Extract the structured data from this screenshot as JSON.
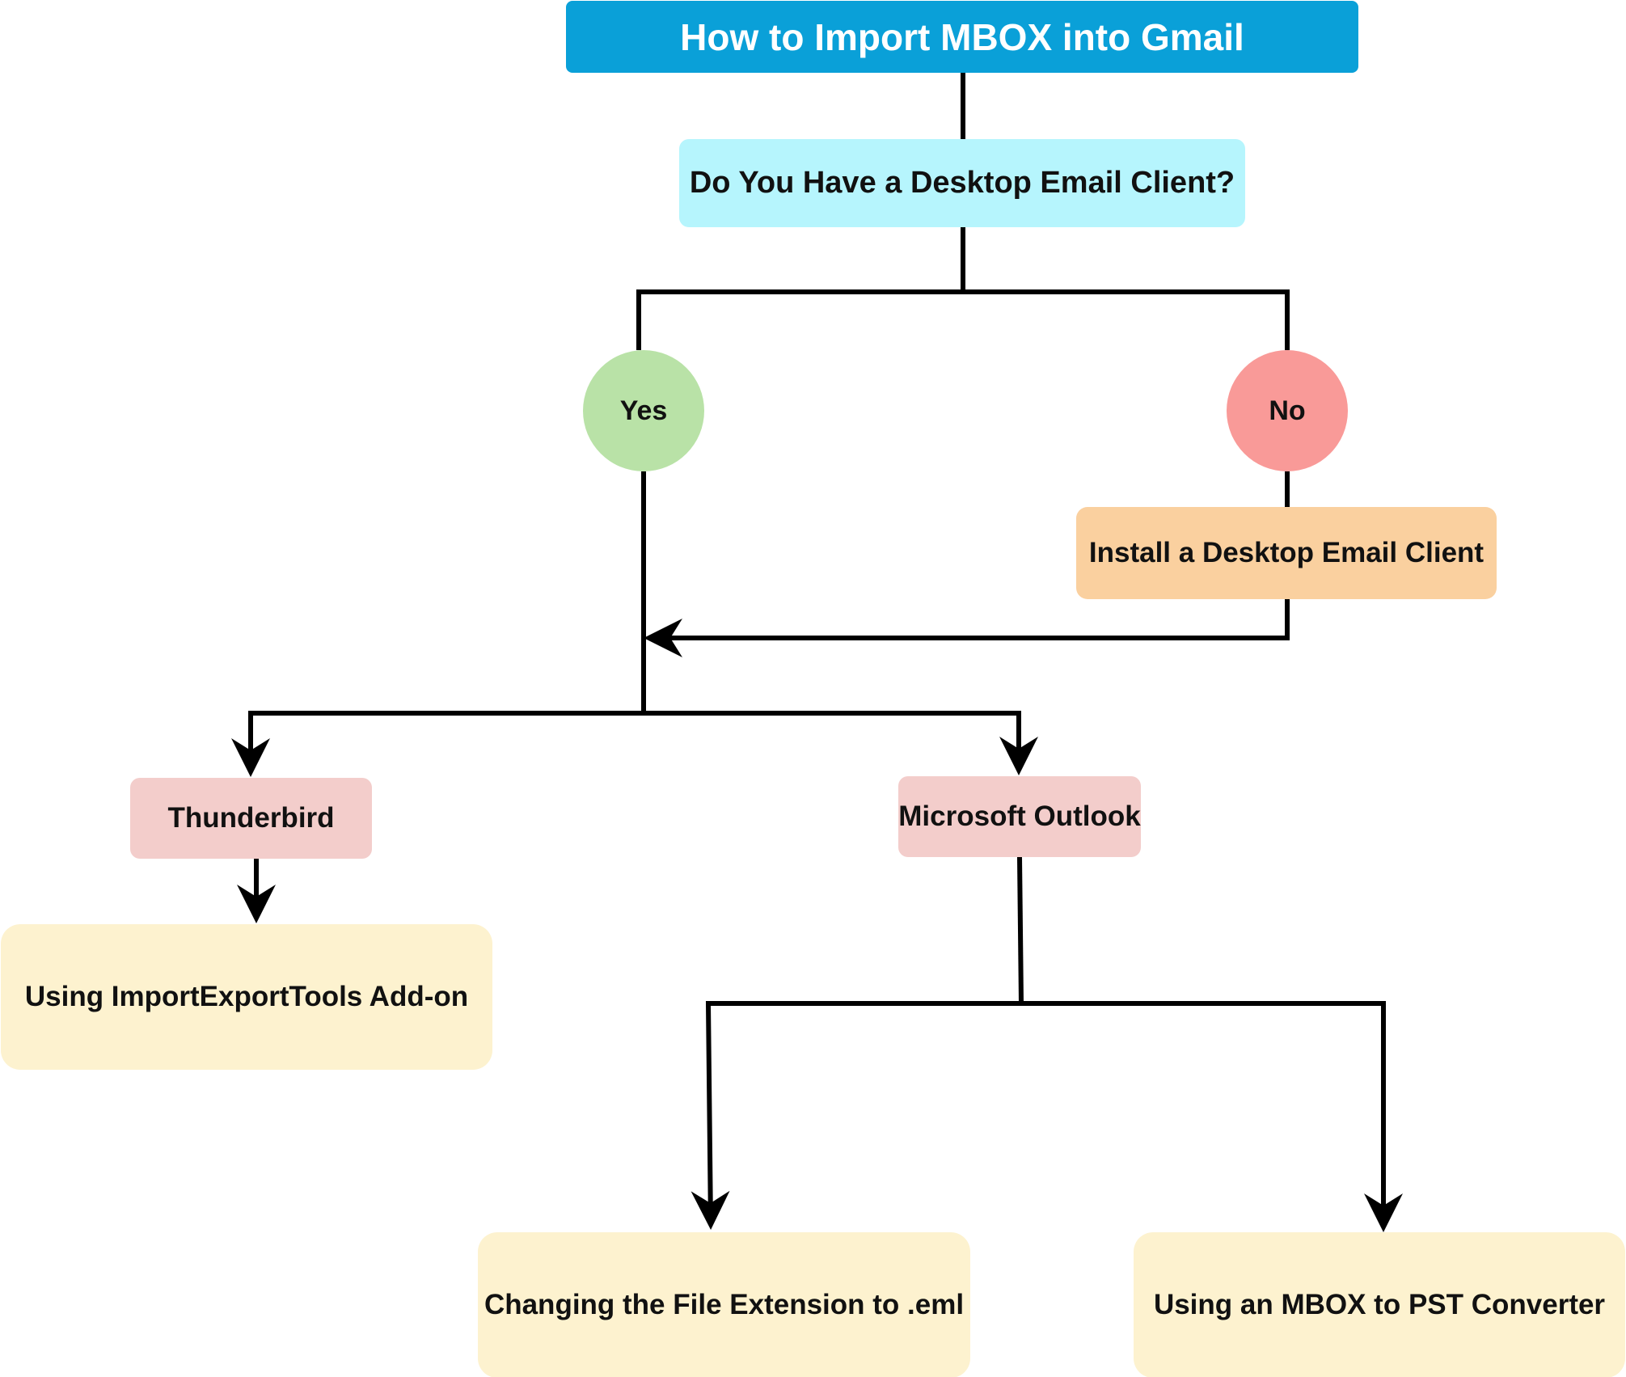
{
  "diagram": {
    "title": "How to Import MBOX into Gmail",
    "question": "Do You Have a Desktop Email Client?",
    "yes_label": "Yes",
    "no_label": "No",
    "install_step": "Install a Desktop Email Client",
    "clients": {
      "thunderbird": "Thunderbird",
      "outlook": "Microsoft Outlook"
    },
    "methods": {
      "thunderbird_method": "Using ImportExportTools Add-on",
      "outlook_method_1": "Changing the File Extension to .eml",
      "outlook_method_2": "Using an MBOX to PST Converter"
    }
  },
  "colors": {
    "title_bg": "#0aa0d8",
    "question_bg": "#b6f5fd",
    "yes_bg": "#b9e2a7",
    "no_bg": "#f99a98",
    "install_bg": "#fad09f",
    "client_bg": "#f3cdcb",
    "method_bg": "#fdf2cf",
    "line": "#000000"
  }
}
